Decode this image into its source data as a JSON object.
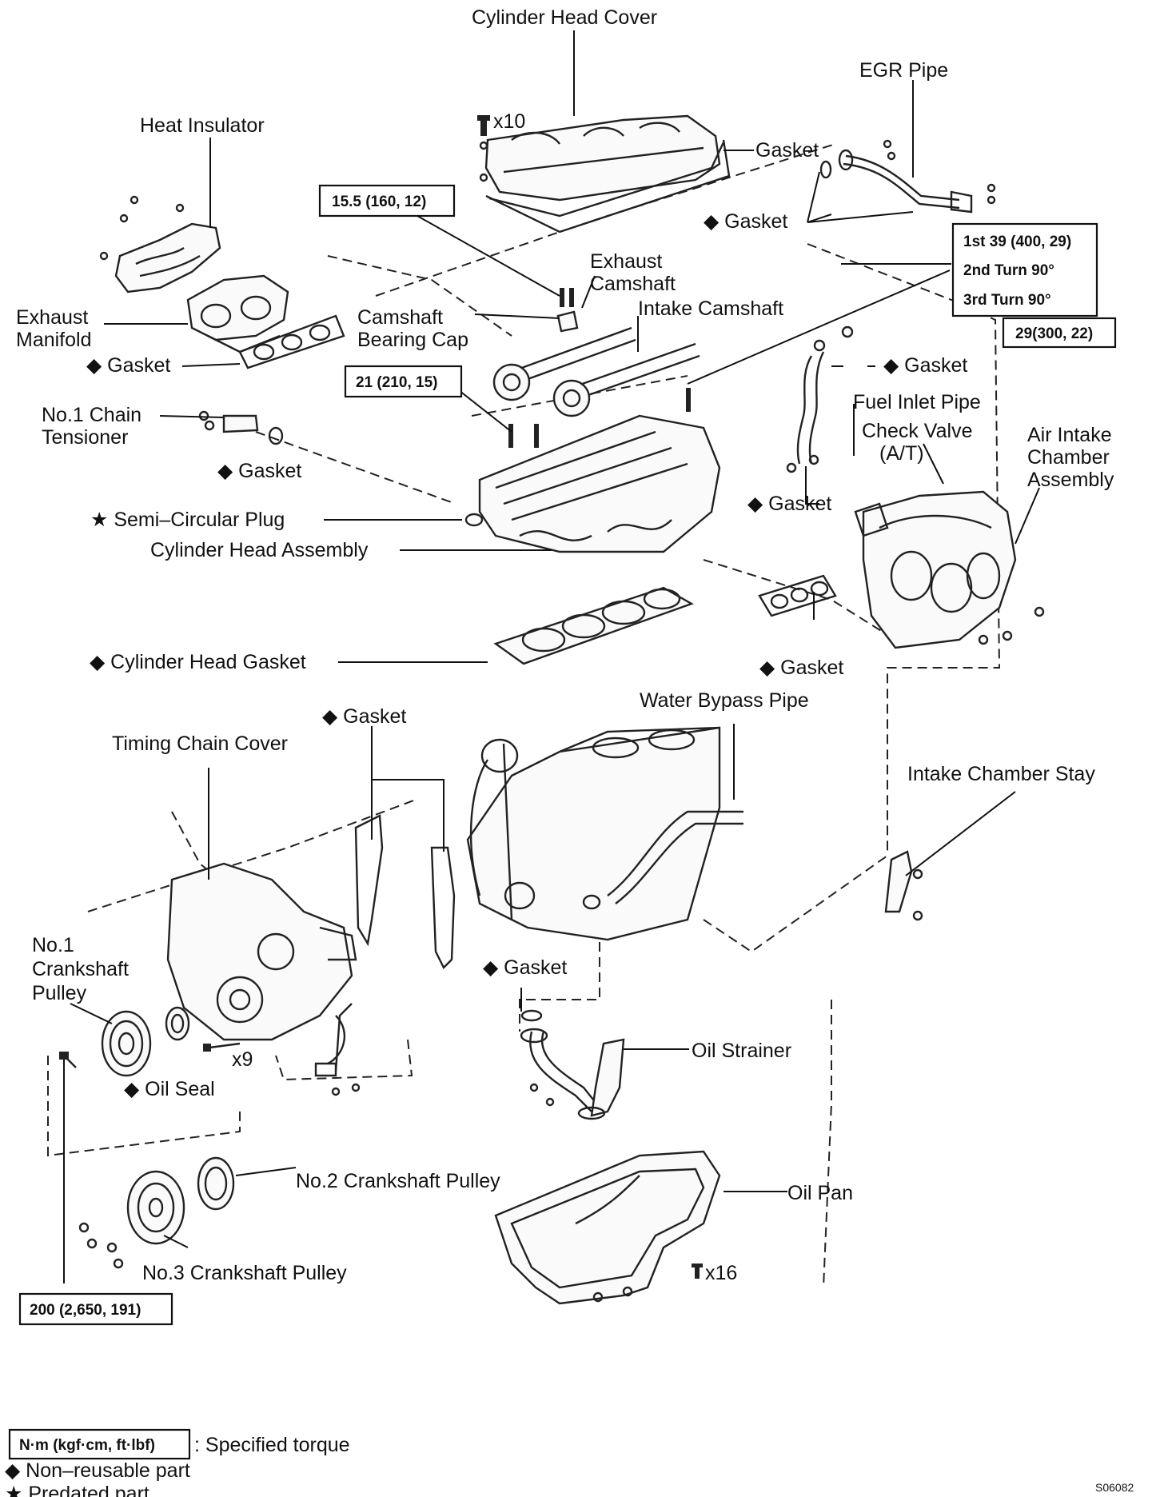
{
  "labels": {
    "cylinder_head_cover": "Cylinder Head Cover",
    "egr_pipe": "EGR Pipe",
    "heat_insulator": "Heat Insulator",
    "x10": "x10",
    "gasket_cover": "Gasket",
    "gasket_egr": "◆ Gasket",
    "exhaust_camshaft": "Exhaust Camshaft",
    "camshaft_bearing_cap": "Camshaft Bearing Cap",
    "intake_camshaft": "Intake Camshaft",
    "exhaust_manifold": "Exhaust Manifold",
    "gasket_exhaust": "◆ Gasket",
    "gasket_fuel": "◆ Gasket",
    "fuel_inlet_pipe": "Fuel Inlet Pipe",
    "check_valve": "Check Valve (A/T)",
    "air_intake_chamber": "Air Intake Chamber Assembly",
    "no1_chain_tensioner": "No.1 Chain Tensioner",
    "gasket_tensioner": "◆ Gasket",
    "gasket_intake_chamber": "◆ Gasket",
    "semi_circular_plug": "★ Semi–Circular Plug",
    "cylinder_head_assembly": "Cylinder Head Assembly",
    "cylinder_head_gasket": "◆ Cylinder Head Gasket",
    "gasket_manifold": "◆ Gasket",
    "gasket_timing": "◆ Gasket",
    "water_bypass_pipe": "Water Bypass Pipe",
    "timing_chain_cover": "Timing Chain Cover",
    "intake_chamber_stay": "Intake Chamber Stay",
    "no1_crankshaft_pulley": "No.1 Crankshaft Pulley",
    "gasket_oil": "◆ Gasket",
    "x9": "x9",
    "oil_strainer": "Oil Strainer",
    "oil_seal": "◆ Oil Seal",
    "no2_crankshaft_pulley": "No.2 Crankshaft Pulley",
    "oil_pan": "Oil Pan",
    "no3_crankshaft_pulley": "No.3 Crankshaft Pulley",
    "x16": "x16"
  },
  "torque": {
    "cam_cap": "15.5 (160, 12)",
    "head_bolt_1": "1st 39 (400, 29)",
    "head_bolt_2": "2nd Turn 90°",
    "head_bolt_3": "3rd Turn 90°",
    "fuel_pipe": "29(300, 22)",
    "head_bolt_small": "21 (210, 15)",
    "crank_pulley": "200 (2,650, 191)"
  },
  "legend": {
    "unit_box": "N·m (kgf·cm, ft·lbf)",
    "specified_torque": ": Specified torque",
    "non_reusable": "◆ Non–reusable part",
    "predated": "★ Predated part"
  },
  "figure_code": "S06082",
  "icons": [
    "bolt-icon",
    "gasket-diamond-icon",
    "star-icon"
  ]
}
